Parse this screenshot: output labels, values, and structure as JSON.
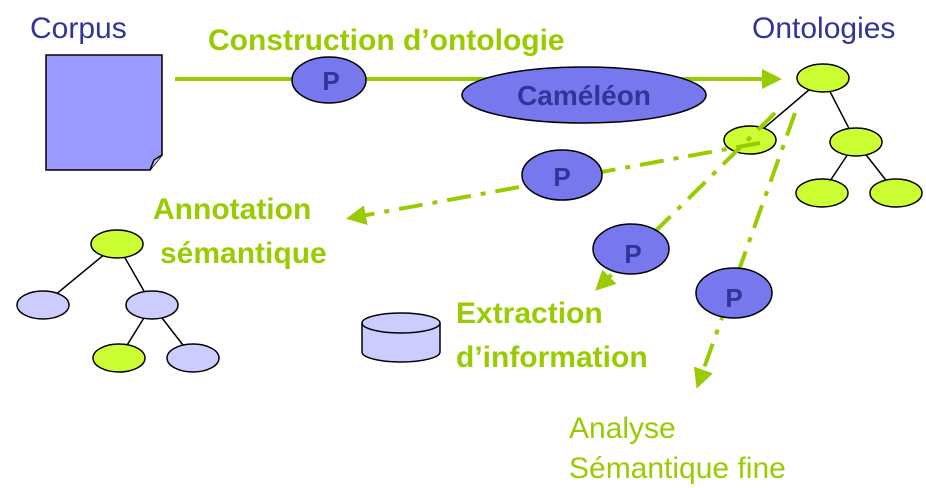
{
  "labels": {
    "corpus": "Corpus",
    "construction": "Construction d’ontologie",
    "ontologies": "Ontologies",
    "process": "P",
    "tool": "Caméléon",
    "annotation_line1": "Annotation",
    "annotation_line2": "sémantique",
    "extraction_line1": "Extraction",
    "extraction_line2": "d’information",
    "analyse_line1": "Analyse",
    "analyse_line2": "Sémantique fine"
  },
  "colors": {
    "text_blue": "#33339a",
    "green": "#99cc00",
    "node_green": "#ccff33",
    "node_lavender": "#ccccff",
    "ellipse_fill": "#7777ee",
    "corpus_fill": "#9999ff"
  }
}
